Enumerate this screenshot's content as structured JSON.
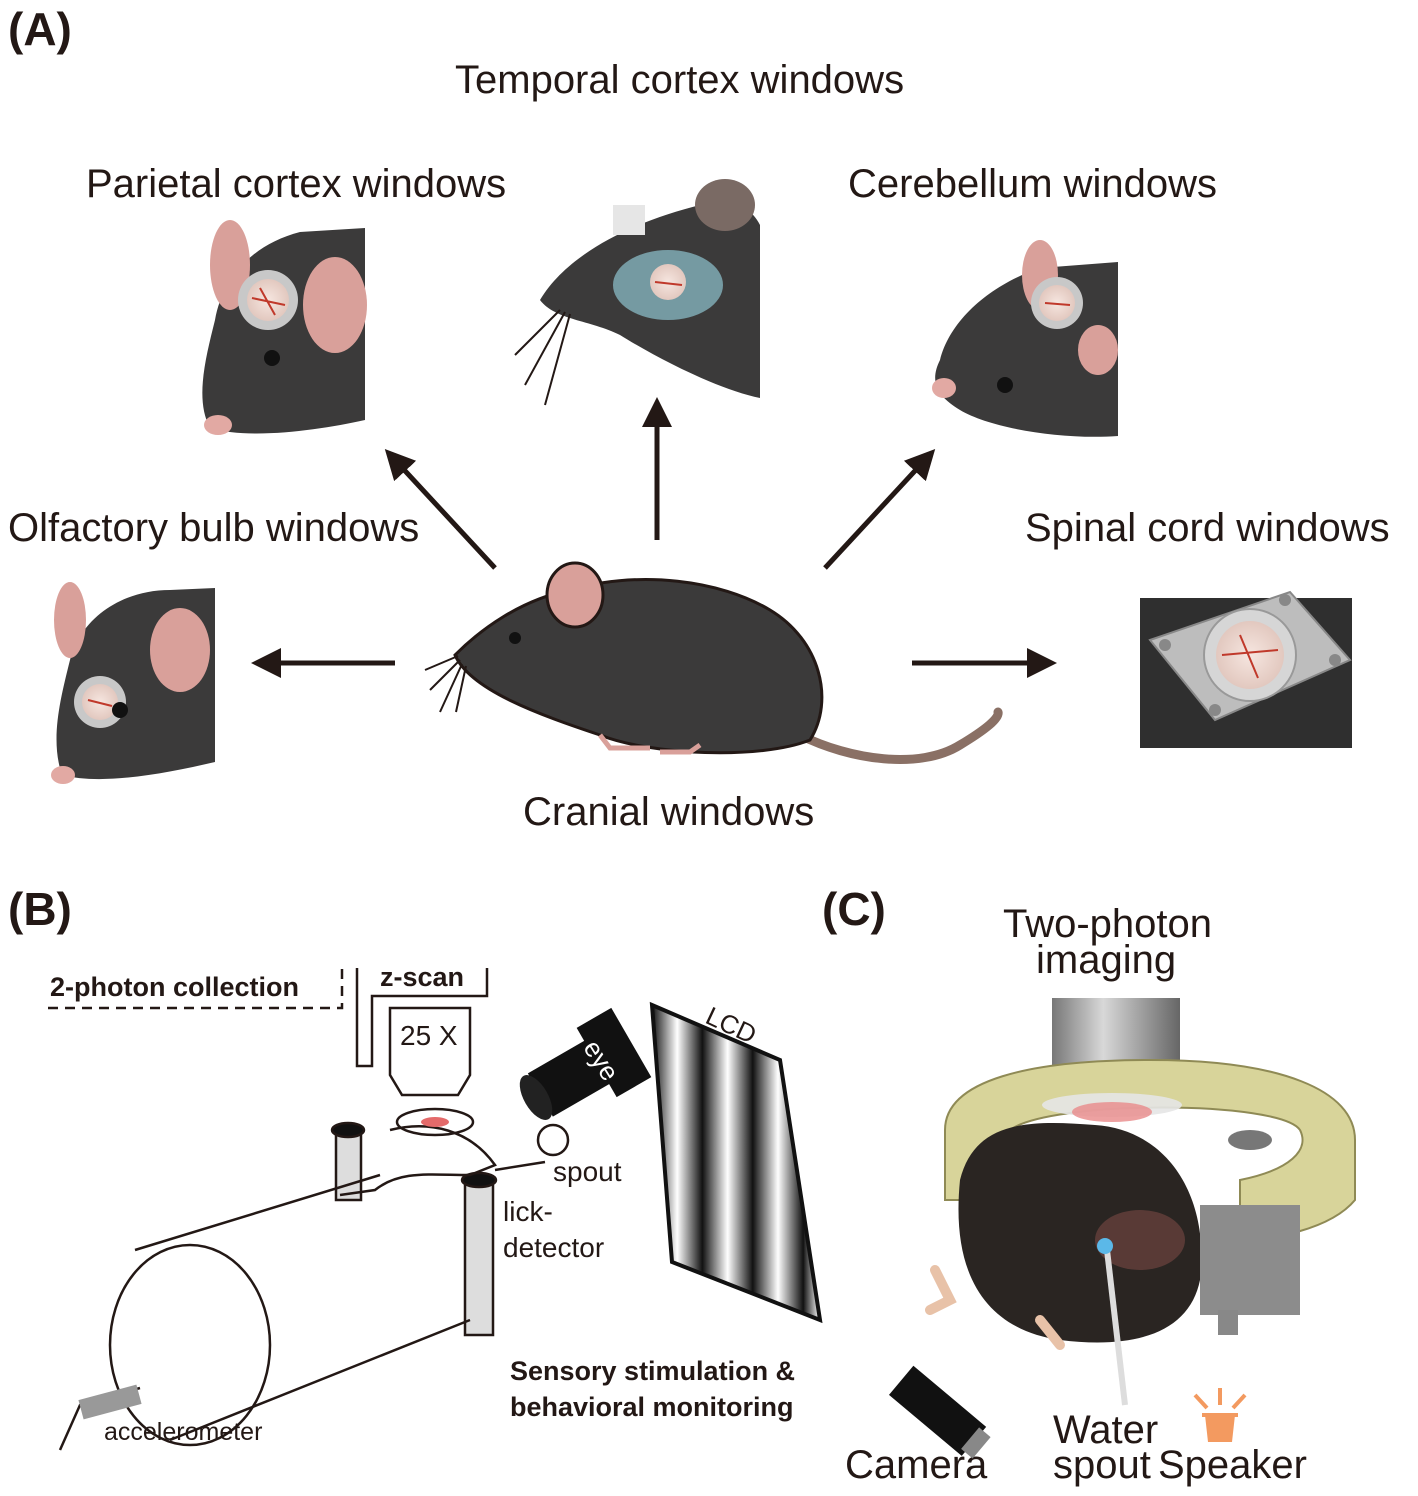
{
  "panel_a": {
    "label": "(A)",
    "temporal": "Temporal cortex windows",
    "parietal": "Parietal cortex windows",
    "cerebellum": "Cerebellum windows",
    "olfactory": "Olfactory bulb windows",
    "spinal": "Spinal cord windows",
    "cranial": "Cranial windows"
  },
  "panel_b": {
    "label": "(B)",
    "collection": "2-photon collection",
    "zscan": "z-scan",
    "objective": "25 X",
    "eye": "eye",
    "lcd": "LCD",
    "spout": "spout",
    "lick1": "lick-",
    "lick2": "detector",
    "stim1": "Sensory stimulation &",
    "stim2": "behavioral monitoring",
    "accelerometer": "accelerometer"
  },
  "panel_c": {
    "label": "(C)",
    "imaging1": "Two-photon",
    "imaging2": "imaging",
    "camera": "Camera",
    "water1": "Water",
    "water2": "spout",
    "speaker": "Speaker"
  },
  "colors": {
    "ink": "#231815",
    "mouse_fur": "#3b3a3a",
    "ear_pink": "#d9a09a",
    "tail": "#8a7065",
    "window_ring": "#c8c8c8",
    "head_plate": "#d8d49a",
    "objective_gray": "#9a9a9a"
  }
}
